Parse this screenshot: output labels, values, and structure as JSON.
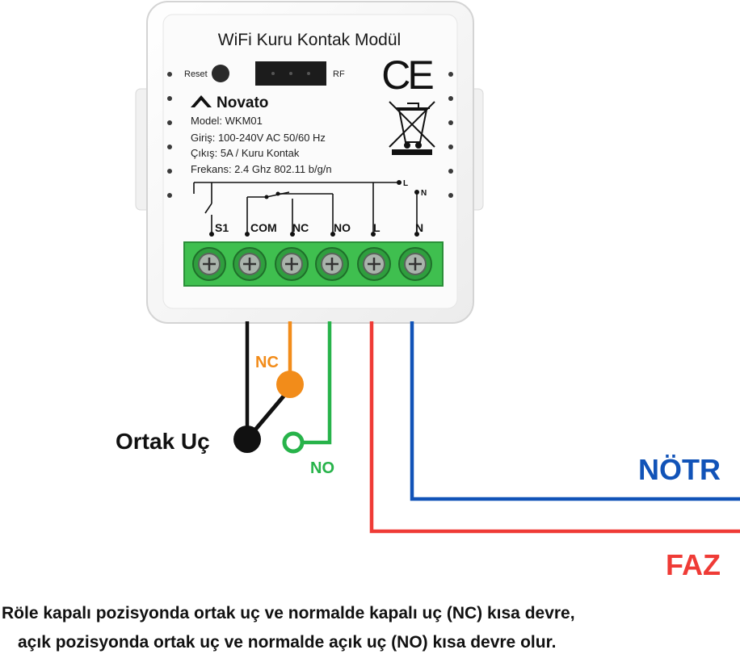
{
  "module": {
    "title": "WiFi Kuru Kontak Modül",
    "reset_label": "Reset",
    "rf_label": "RF",
    "brand": "Novato",
    "ce_mark": "CE",
    "specs": [
      "Model: WKM01",
      "Giriş: 100-240V AC 50/60 Hz",
      "Çıkış: 5A / Kuru Kontak",
      "Frekans: 2.4 Ghz 802.11 b/g/n"
    ],
    "schematic_L": "L",
    "schematic_N": "N",
    "terminals": [
      "S1",
      "COM",
      "NC",
      "NO",
      "L",
      "N"
    ]
  },
  "wiring": {
    "nc_label": "NC",
    "no_label": "NO",
    "common_label": "Ortak Uç",
    "neutral_label": "NÖTR",
    "phase_label": "FAZ",
    "colors": {
      "black": "#111111",
      "orange": "#f28c1a",
      "green": "#27b34a",
      "red": "#ef3b36",
      "blue": "#1153b8",
      "terminal_green": "#3fbf4f"
    }
  },
  "caption": {
    "line1": "Röle kapalı pozisyonda ortak uç ve normalde kapalı uç (NC) kısa devre,",
    "line2": "açık pozisyonda ortak uç ve normalde açık uç (NO) kısa devre olur."
  }
}
